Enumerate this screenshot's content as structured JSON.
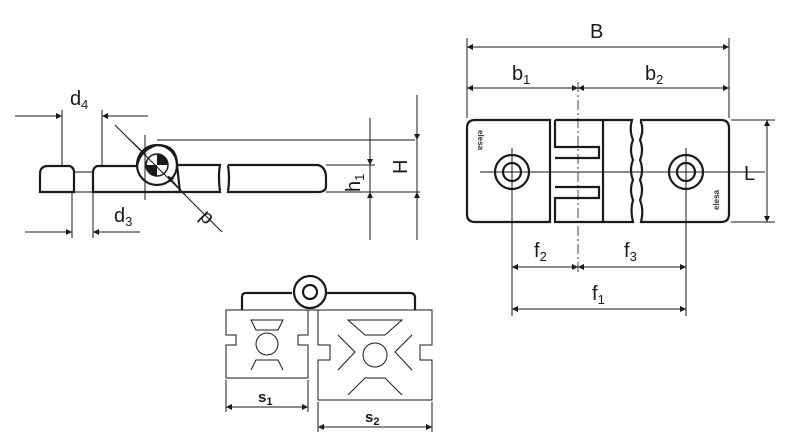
{
  "drawing": {
    "top_view": {
      "B": "B",
      "b1": "b",
      "b1_sub": "1",
      "b2": "b",
      "b2_sub": "2",
      "L": "L",
      "f1": "f",
      "f1_sub": "1",
      "f2": "f",
      "f2_sub": "2",
      "f3": "f",
      "f3_sub": "3",
      "logo": "elesa"
    },
    "side_view": {
      "d4": "d",
      "d4_sub": "4",
      "d3": "d",
      "d3_sub": "3",
      "d": "d",
      "h1": "h",
      "h1_sub": "1",
      "H": "H"
    },
    "profile_view": {
      "s1": "s",
      "s1_sub": "1",
      "s2": "s",
      "s2_sub": "2"
    }
  }
}
